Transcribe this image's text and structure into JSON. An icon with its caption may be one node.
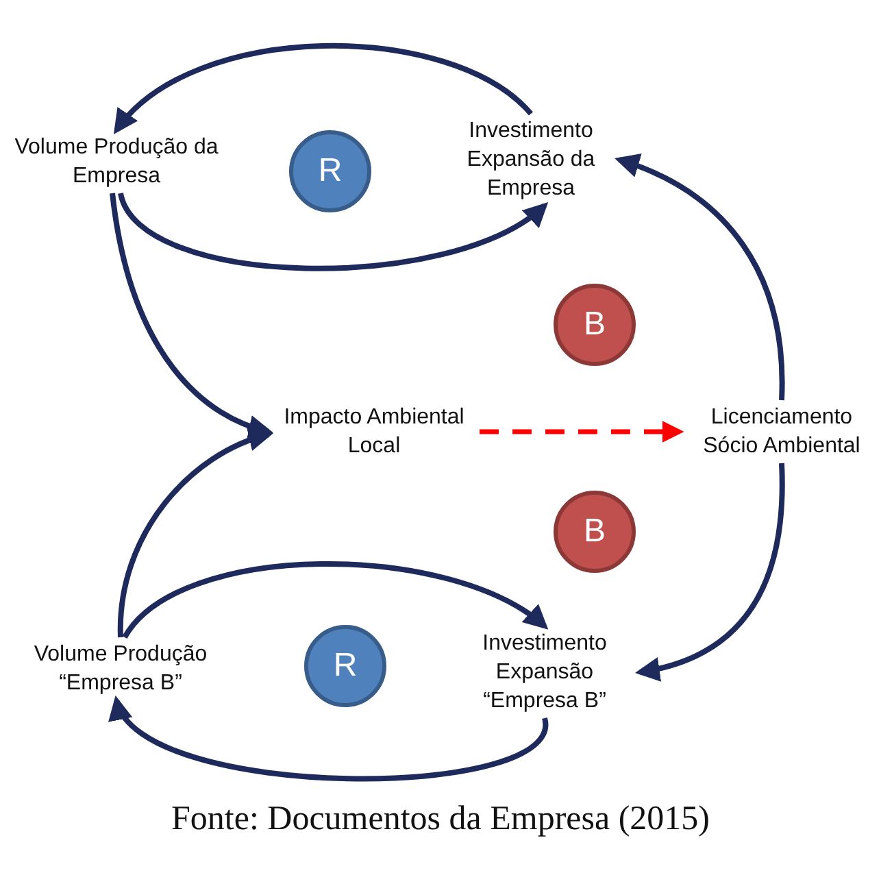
{
  "diagram": {
    "caption": "Fonte: Documentos da Empresa (2015)",
    "nodes": [
      {
        "text": [
          "Volume Produção da Empresa"
        ]
      },
      {
        "text": [
          "R"
        ]
      },
      {
        "text": [
          "Investimento Expansão da Empresa"
        ]
      },
      {
        "text": [
          "B"
        ]
      },
      {
        "text": [
          "Impacto Ambiental Local"
        ]
      },
      {
        "text": [
          "Licenciamento Sócio Ambiental"
        ]
      },
      {
        "text": [
          "B"
        ]
      },
      {
        "text": [
          "Volume Produção “Empresa B”"
        ]
      },
      {
        "text": [
          "R"
        ]
      },
      {
        "text": [
          "Investimento Expansão “Empresa B”"
        ]
      }
    ],
    "edges": [
      {
        "from": 2,
        "to": 0,
        "arrow": "to"
      },
      {
        "from": 0,
        "to": 2,
        "arrow": "to"
      },
      {
        "from": 0,
        "to": 4,
        "arrow": "to"
      },
      {
        "from": 7,
        "to": 4,
        "arrow": "to"
      },
      {
        "from": 4,
        "to": 5,
        "arrow": "to",
        "style": "dashed",
        "color": "#ff0000"
      },
      {
        "from": 5,
        "to": 2,
        "arrow": "to"
      },
      {
        "from": 5,
        "to": 9,
        "arrow": "to"
      },
      {
        "from": 7,
        "to": 9,
        "arrow": "to"
      },
      {
        "from": 9,
        "to": 7,
        "arrow": "to"
      }
    ]
  }
}
